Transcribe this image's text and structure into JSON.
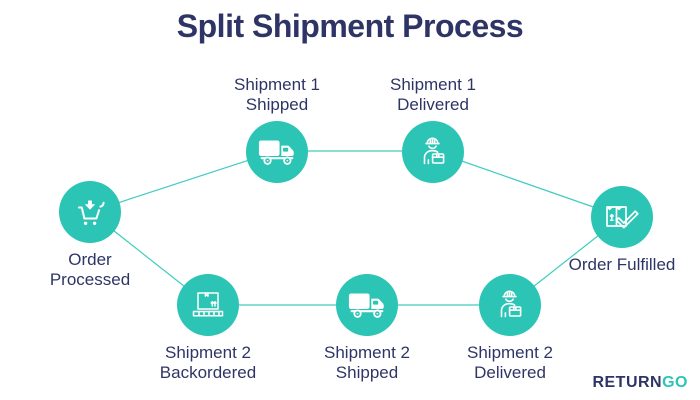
{
  "title": "Split Shipment Process",
  "colors": {
    "teal": "#2CC5B5",
    "navy": "#2E3566",
    "connector": "#3FCDBE",
    "background": "#FFFFFF"
  },
  "diagram": {
    "type": "process-flow",
    "nodes": [
      {
        "id": "order-processed",
        "label": "Order Processed",
        "icon": "cart-download-icon"
      },
      {
        "id": "shipment1-shipped",
        "label": "Shipment 1 Shipped",
        "icon": "truck-icon"
      },
      {
        "id": "shipment1-delivered",
        "label": "Shipment 1 Delivered",
        "icon": "delivery-person-icon"
      },
      {
        "id": "order-fulfilled",
        "label": "Order Fulfilled",
        "icon": "box-check-icon"
      },
      {
        "id": "shipment2-backordered",
        "label": "Shipment 2 Backordered",
        "icon": "pallet-box-icon"
      },
      {
        "id": "shipment2-shipped",
        "label": "Shipment 2 Shipped",
        "icon": "truck-icon"
      },
      {
        "id": "shipment2-delivered",
        "label": "Shipment 2 Delivered",
        "icon": "delivery-person-icon"
      }
    ],
    "edges": [
      {
        "from": "order-processed",
        "to": "shipment1-shipped"
      },
      {
        "from": "shipment1-shipped",
        "to": "shipment1-delivered"
      },
      {
        "from": "shipment1-delivered",
        "to": "order-fulfilled"
      },
      {
        "from": "order-processed",
        "to": "shipment2-backordered"
      },
      {
        "from": "shipment2-backordered",
        "to": "shipment2-shipped"
      },
      {
        "from": "shipment2-shipped",
        "to": "shipment2-delivered"
      },
      {
        "from": "shipment2-delivered",
        "to": "order-fulfilled"
      }
    ]
  },
  "logo": {
    "part1": "RETURN",
    "part2": "GO"
  }
}
